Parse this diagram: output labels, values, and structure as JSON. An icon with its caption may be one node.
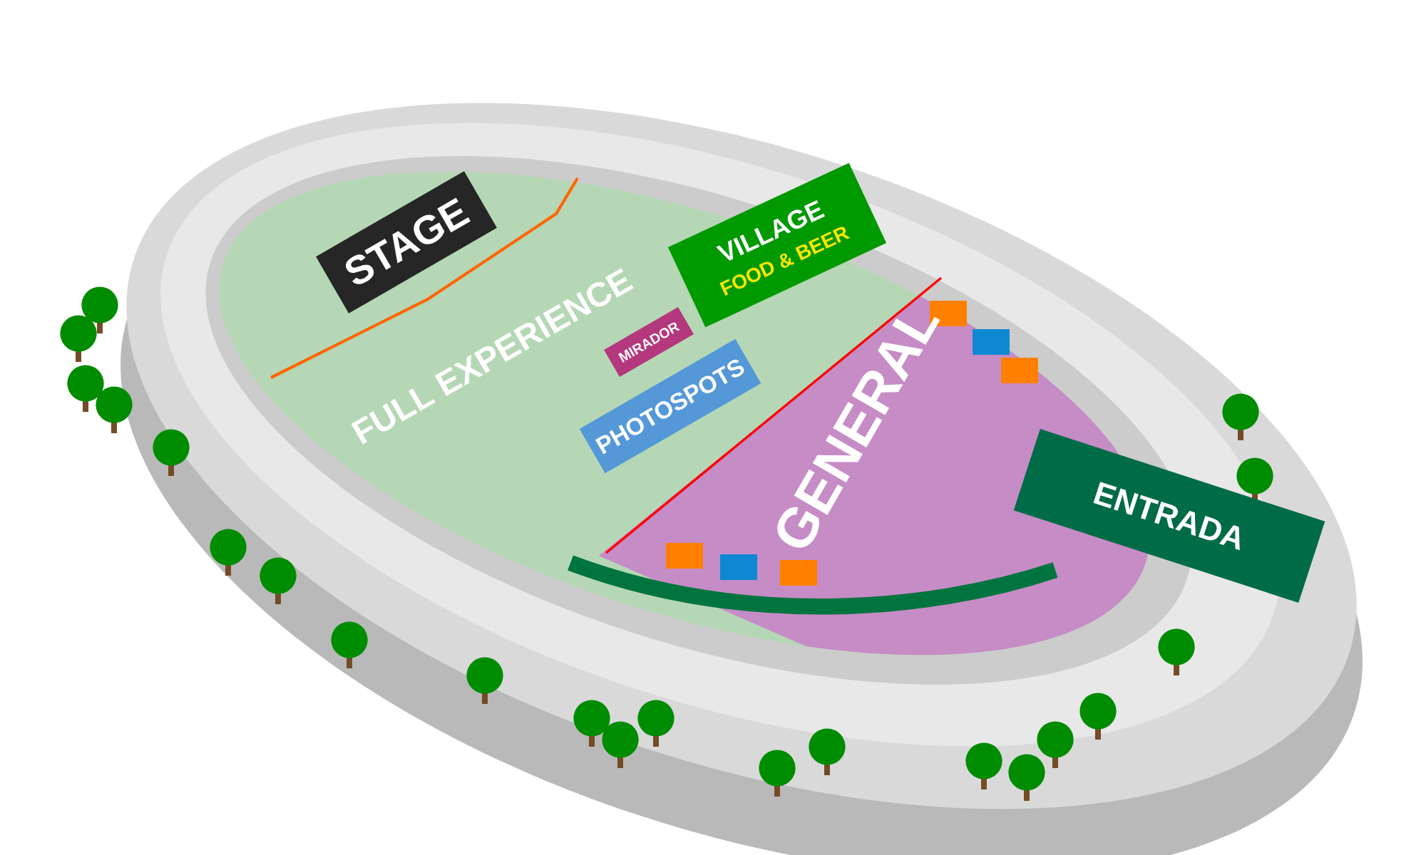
{
  "diagram": {
    "nodes": [
      {
        "text": [
          "STAGE"
        ]
      },
      {
        "text": [
          "FULL EXPERIENCE"
        ]
      },
      {
        "text": [
          "MIRADOR"
        ]
      },
      {
        "text": [
          "PHOTOSPOTS"
        ]
      },
      {
        "text": [
          "VILLAGE",
          "FOOD & BEER"
        ]
      },
      {
        "text": [
          "GENERAL"
        ]
      },
      {
        "text": [
          "ENTRADA"
        ]
      }
    ]
  }
}
